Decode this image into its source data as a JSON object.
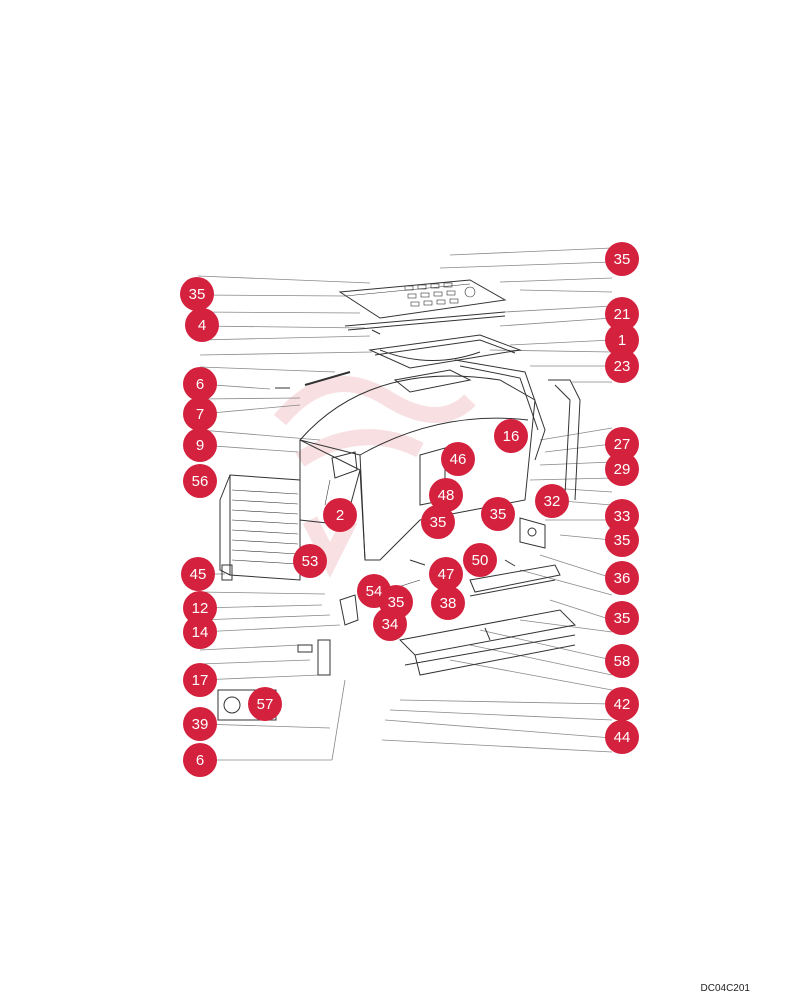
{
  "figure_code": "DC04C201",
  "callouts": [
    "35",
    "4",
    "6",
    "7",
    "9",
    "56",
    "2",
    "45",
    "12",
    "14",
    "17",
    "39",
    "6",
    "57",
    "53",
    "54",
    "35",
    "34",
    "35",
    "21",
    "1",
    "23",
    "16",
    "27",
    "29",
    "32",
    "33",
    "35",
    "36",
    "35",
    "58",
    "42",
    "44",
    "46",
    "48",
    "35",
    "35",
    "50",
    "47",
    "38"
  ],
  "colors": {
    "callout": "#d4213d",
    "line": "#333333",
    "leader": "#888888",
    "watermark": "#f2c6cc"
  },
  "watermark": "watermark-logo"
}
